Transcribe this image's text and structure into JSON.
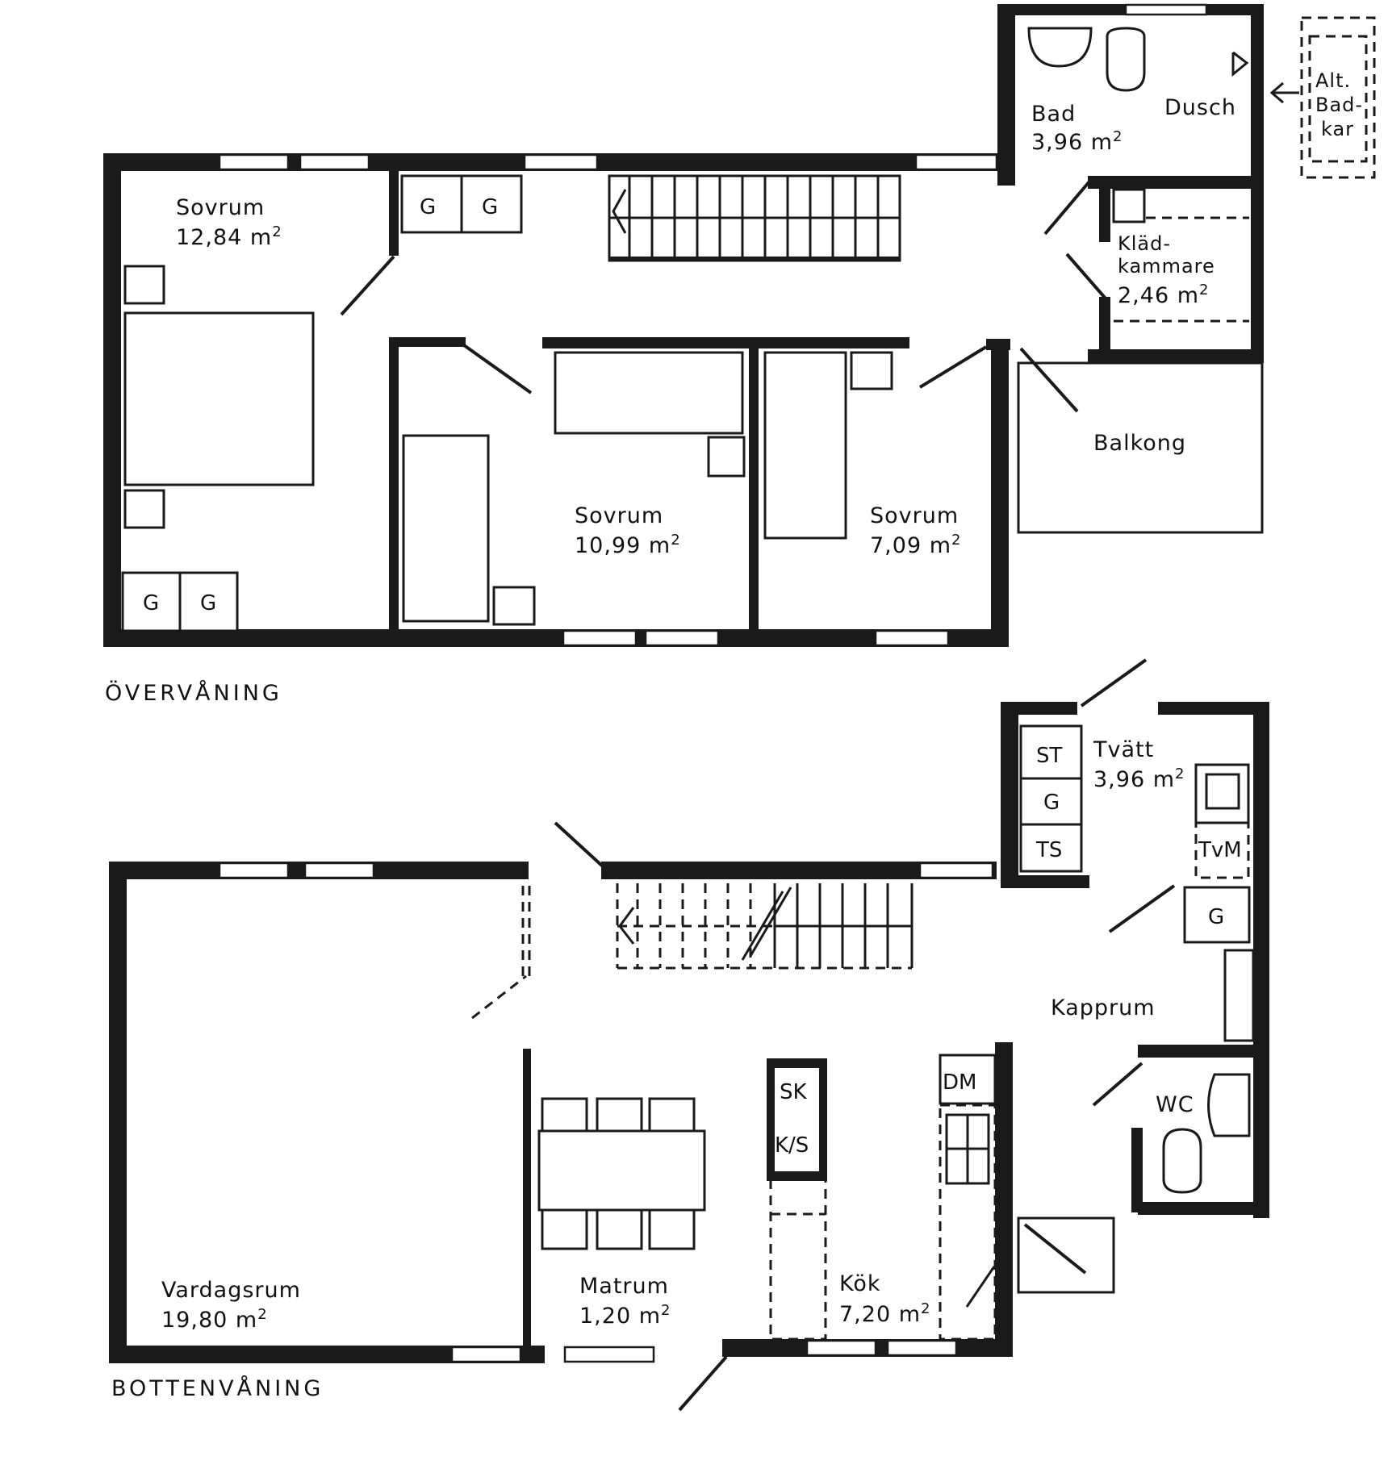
{
  "floors": {
    "upper": "ÖVERVÅNING",
    "lower": "BOTTENVÅNING"
  },
  "upper_rooms": {
    "sovrum1": {
      "name": "Sovrum",
      "area": "12,84 m",
      "sup": "2"
    },
    "sovrum2": {
      "name": "Sovrum",
      "area": "10,99 m",
      "sup": "2"
    },
    "sovrum3": {
      "name": "Sovrum",
      "area": "7,09 m",
      "sup": "2"
    },
    "bad": {
      "name": "Bad",
      "area": "3,96 m",
      "sup": "2"
    },
    "dusch": {
      "name": "Dusch"
    },
    "klad": {
      "name1": "Kläd-",
      "name2": "kammare",
      "area": "2,46 m",
      "sup": "2"
    },
    "balkong": {
      "name": "Balkong"
    },
    "alt": {
      "line1": "Alt.",
      "line2": "Bad-",
      "line3": "kar"
    }
  },
  "lower_rooms": {
    "vardagsrum": {
      "name": "Vardagsrum",
      "area": "19,80 m",
      "sup": "2"
    },
    "matrum": {
      "name": "Matrum",
      "area": "1,20 m",
      "sup": "2"
    },
    "kok": {
      "name": "Kök",
      "area": "7,20 m",
      "sup": "2"
    },
    "tvatt": {
      "name": "Tvätt",
      "area": "3,96 m",
      "sup": "2"
    },
    "kapprum": {
      "name": "Kapprum"
    },
    "wc": {
      "name": "WC"
    }
  },
  "fixtures": {
    "g": "G",
    "st": "ST",
    "ts": "TS",
    "tvm": "TvM",
    "sk": "SK",
    "ks": "K/S",
    "dm": "DM"
  }
}
